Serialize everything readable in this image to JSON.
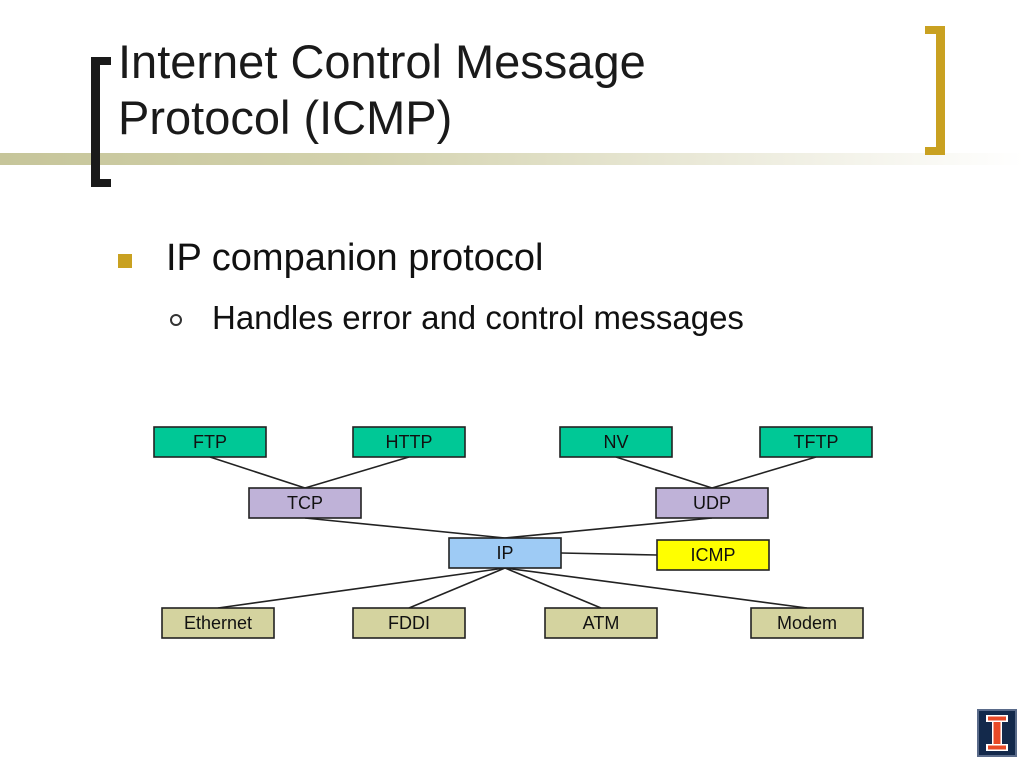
{
  "slide": {
    "title_line1": "Internet Control Message",
    "title_line2": "Protocol (ICMP)",
    "bullet_level1": "IP companion protocol",
    "bullet_level2": "Handles error and control messages"
  },
  "colors": {
    "accent_gold": "#c9a121",
    "title_text": "#1a1a1a",
    "app_layer_box": "#00c896",
    "transport_layer_box": "#bfb2d8",
    "ip_box": "#9ecbf5",
    "icmp_box": "#ffff00",
    "link_layer_box": "#d4d39f",
    "logo_background": "#13294b"
  },
  "diagram": {
    "nodes": [
      {
        "id": "ftp",
        "label": "FTP",
        "layer": "application"
      },
      {
        "id": "http",
        "label": "HTTP",
        "layer": "application"
      },
      {
        "id": "nv",
        "label": "NV",
        "layer": "application"
      },
      {
        "id": "tftp",
        "label": "TFTP",
        "layer": "application"
      },
      {
        "id": "tcp",
        "label": "TCP",
        "layer": "transport"
      },
      {
        "id": "udp",
        "label": "UDP",
        "layer": "transport"
      },
      {
        "id": "ip",
        "label": "IP",
        "layer": "network"
      },
      {
        "id": "icmp",
        "label": "ICMP",
        "layer": "network-companion"
      },
      {
        "id": "ethernet",
        "label": "Ethernet",
        "layer": "link"
      },
      {
        "id": "fddi",
        "label": "FDDI",
        "layer": "link"
      },
      {
        "id": "atm",
        "label": "ATM",
        "layer": "link"
      },
      {
        "id": "modem",
        "label": "Modem",
        "layer": "link"
      }
    ],
    "edges": [
      {
        "from": "ftp",
        "to": "tcp"
      },
      {
        "from": "http",
        "to": "tcp"
      },
      {
        "from": "nv",
        "to": "udp"
      },
      {
        "from": "tftp",
        "to": "udp"
      },
      {
        "from": "tcp",
        "to": "ip"
      },
      {
        "from": "udp",
        "to": "ip"
      },
      {
        "from": "ip",
        "to": "icmp"
      },
      {
        "from": "ip",
        "to": "ethernet"
      },
      {
        "from": "ip",
        "to": "fddi"
      },
      {
        "from": "ip",
        "to": "atm"
      },
      {
        "from": "ip",
        "to": "modem"
      }
    ]
  },
  "logo": {
    "icon": "university-block-i-icon"
  }
}
